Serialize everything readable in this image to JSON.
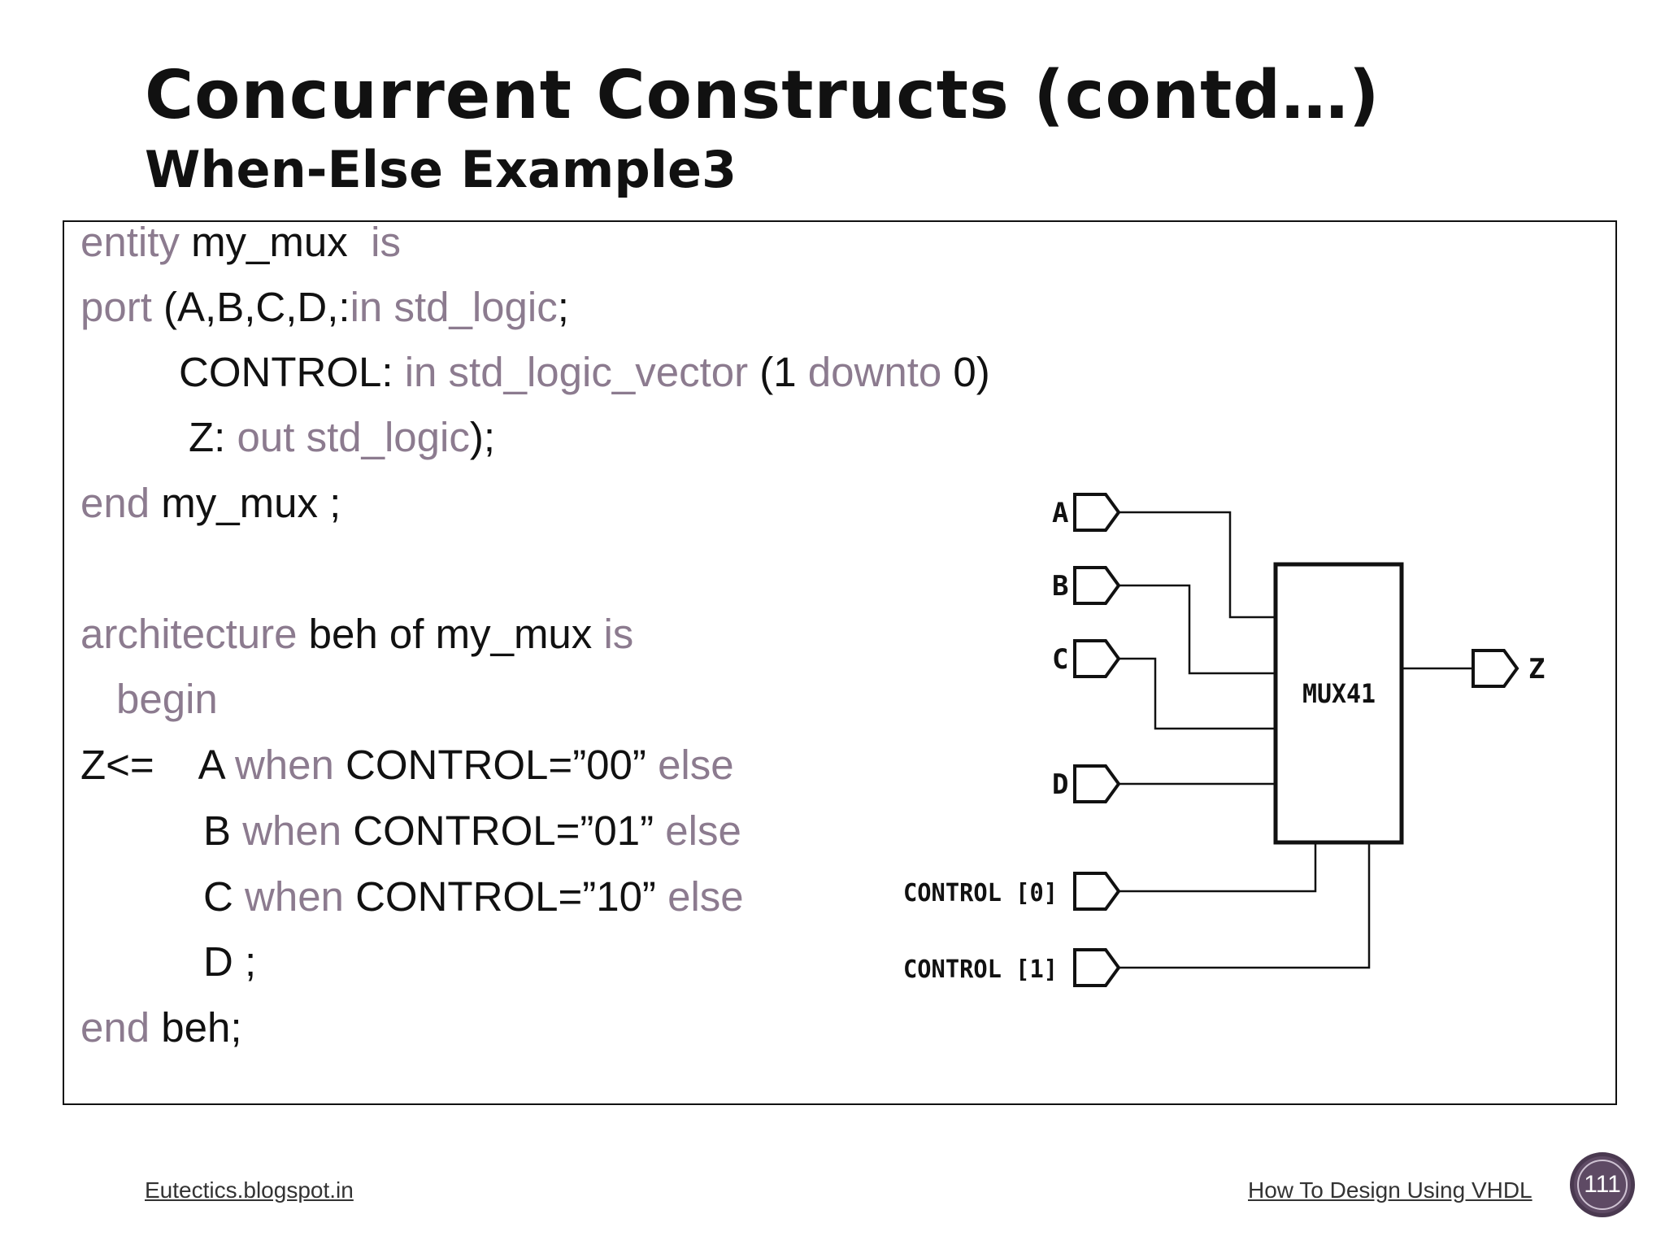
{
  "slide": {
    "title": "Concurrent Constructs (contd…)",
    "subtitle": "When-Else Example3"
  },
  "code": {
    "l1_kw1": "entity",
    "l1_t1": " my_mux  ",
    "l1_kw2": "is",
    "l2_kw1": "port",
    "l2_t1": " (A,B,C,D,:",
    "l2_kw2": "in std_logic",
    "l2_t2": ";",
    "l3_t1": "CONTROL: ",
    "l3_kw1": "in std_logic_vector",
    "l3_t2": " (1 ",
    "l3_kw2": "downto",
    "l3_t3": " 0)",
    "l4_t1": "Z: ",
    "l4_kw1": "out std_logic",
    "l4_t2": ");",
    "l5_kw1": "end",
    "l5_t1": " my_mux ;",
    "l6_kw1": "architecture",
    "l6_t1": " beh of my_mux ",
    "l6_kw2": "is",
    "l7_kw1": "begin",
    "l8_t1": "Z<=    A ",
    "l8_kw1": "when",
    "l8_t2": " CONTROL=”00” ",
    "l8_kw2": "else",
    "l9_t1": "B ",
    "l9_kw1": "when",
    "l9_t2": " CONTROL=”01” ",
    "l9_kw2": "else",
    "l10_t1": "C ",
    "l10_kw1": "when",
    "l10_t2": " CONTROL=”10” ",
    "l10_kw2": "else",
    "l11_t1": "D ;",
    "l12_kw1": "end",
    "l12_t1": " beh;"
  },
  "diagram": {
    "inputs": [
      "A",
      "B",
      "C",
      "D",
      "CONTROL [0]",
      "CONTROL [1]"
    ],
    "block_label": "MUX41",
    "output": "Z"
  },
  "footer": {
    "left": "Eutectics.blogspot.in",
    "right": "How To Design Using VHDL",
    "page_number": "111"
  },
  "colors": {
    "keyword": "#8c7b8f",
    "badge": "#5e4a64"
  }
}
